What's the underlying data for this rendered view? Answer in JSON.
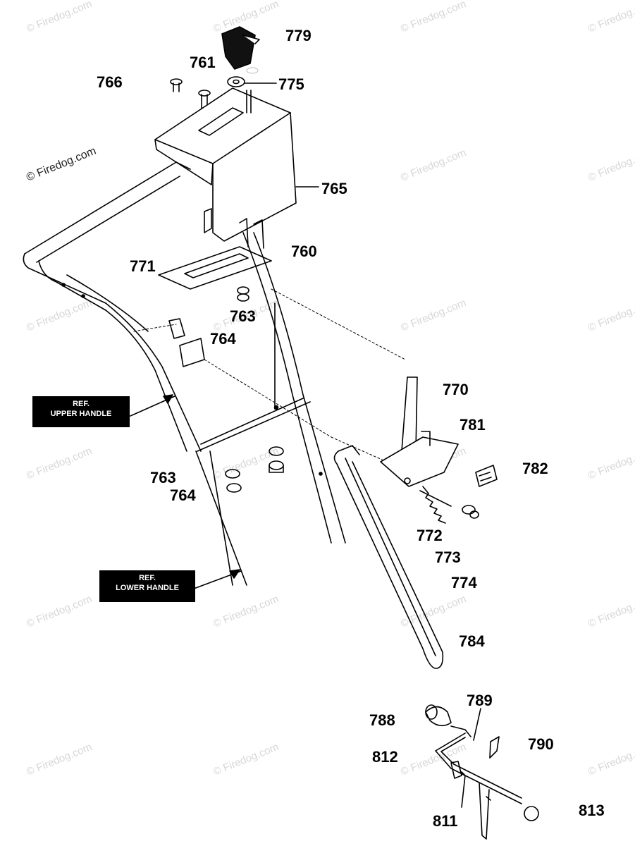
{
  "watermark": "© Firedog.com",
  "callouts": {
    "c779": "779",
    "c761": "761",
    "c766": "766",
    "c775": "775",
    "c765": "765",
    "c760": "760",
    "c771": "771",
    "c763a": "763",
    "c764a": "764",
    "c770": "770",
    "c781": "781",
    "c782": "782",
    "c763b": "763",
    "c764b": "764",
    "c772": "772",
    "c773": "773",
    "c774": "774",
    "c784": "784",
    "c789": "789",
    "c788": "788",
    "c790": "790",
    "c812": "812",
    "c811": "811",
    "c813": "813"
  },
  "refs": {
    "upper": {
      "line1": "REF.",
      "line2": "UPPER HANDLE"
    },
    "lower": {
      "line1": "REF.",
      "line2": "LOWER HANDLE"
    }
  }
}
